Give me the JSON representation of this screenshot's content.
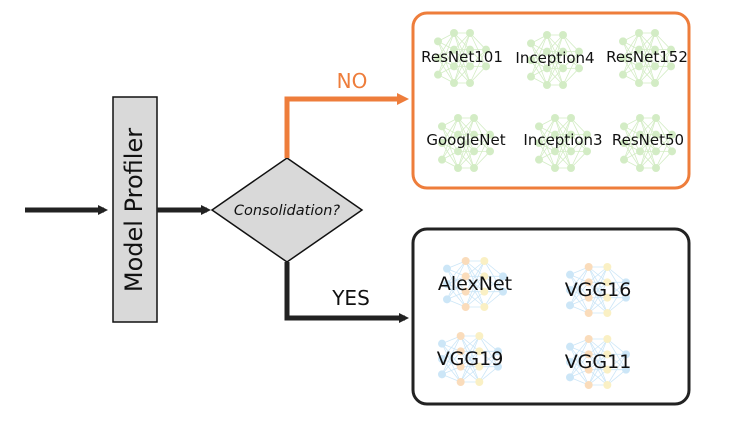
{
  "profiler": {
    "label": "Model Profiler"
  },
  "decision": {
    "label": "Consolidation?"
  },
  "branch_no": {
    "label": "NO",
    "color": "#ee7d3b"
  },
  "branch_yes": {
    "label": "YES",
    "color": "#222222"
  },
  "no_group": {
    "border_color": "#ee7d3b",
    "models": [
      "ResNet101",
      "Inception4",
      "ResNet152",
      "GoogleNet",
      "Inception3",
      "ResNet50"
    ],
    "network_icon_color": "#9fd67f"
  },
  "yes_group": {
    "border_color": "#222222",
    "models": [
      "AlexNet",
      "VGG16",
      "VGG19",
      "VGG11"
    ],
    "network_icon_colors": [
      "#8fc8ee",
      "#f5b26b",
      "#f6e07e"
    ]
  }
}
